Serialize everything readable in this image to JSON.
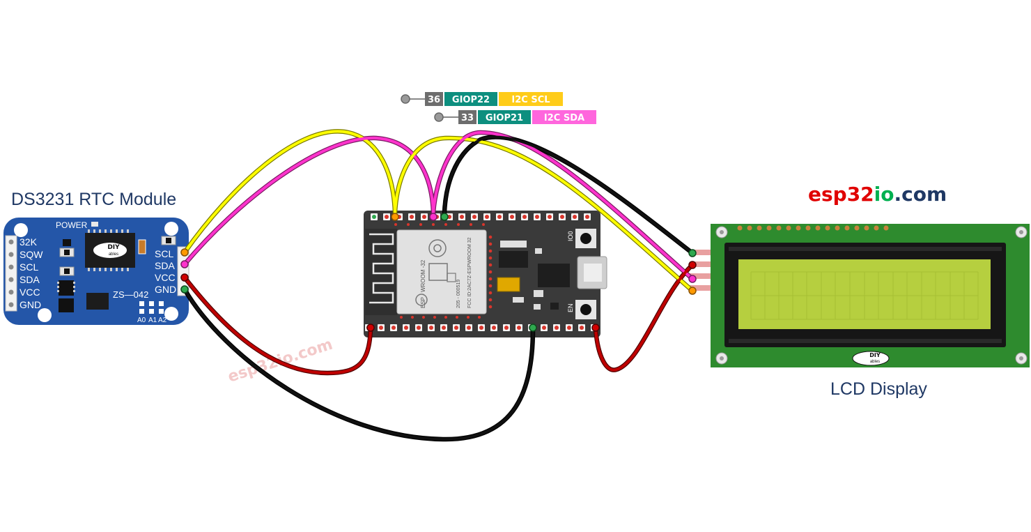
{
  "titles": {
    "rtc": "DS3231 RTC Module",
    "lcd": "LCD Display"
  },
  "brand": {
    "part1": "esp32",
    "part2": "io",
    "part3": ".com",
    "watermark": "esp32io.com"
  },
  "pin_labels": {
    "scl": {
      "pin": "36",
      "gpio": "GIOP22",
      "func": "I2C SCL"
    },
    "sda": {
      "pin": "33",
      "gpio": "GIOP21",
      "func": "I2C SDA"
    }
  },
  "rtc": {
    "left_pins": [
      "32K",
      "SQW",
      "SCL",
      "SDA",
      "VCC",
      "GND"
    ],
    "right_pins": [
      "SCL",
      "SDA",
      "VCC",
      "GND"
    ],
    "power_label": "POWER",
    "chip_label": "ZS—042",
    "addr_labels": [
      "A0",
      "A1",
      "A2"
    ],
    "logo_top": "DIY",
    "logo_bottom": "ables"
  },
  "esp32": {
    "module_line1": "ESP - WROOM -32",
    "module_line2": "205 - 000519",
    "module_line3": "FCC ID:2AC7Z-ESPWROOM 32",
    "button_boot": "IO0",
    "button_en": "EN"
  },
  "lcd": {
    "logo_top": "DIY",
    "logo_bottom": "ables"
  },
  "colors": {
    "wire_scl": "#ffff00",
    "wire_sda": "#ff33cc",
    "wire_vcc": "#c00000",
    "wire_gnd": "#111111",
    "tag_gray": "#6d6d6d",
    "tag_teal": "#0d8f7f",
    "tag_yellow": "#ffcc19",
    "tag_pink": "#ff66dd",
    "title_blue": "#1f3864",
    "brand_red": "#e00000",
    "brand_green": "#00b050",
    "brand_blue": "#1f3864",
    "pcb_blue": "#2456a8",
    "lcd_green": "#2e8b2e",
    "lcd_screen": "#b6cf3f"
  }
}
